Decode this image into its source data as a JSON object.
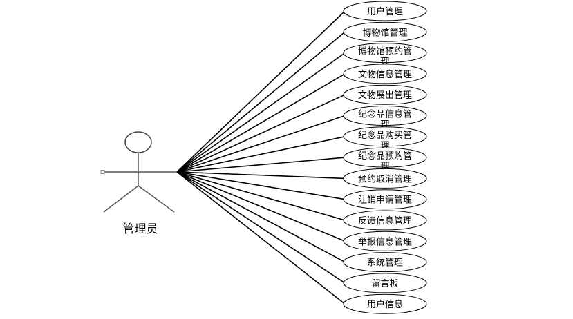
{
  "actor": {
    "name": "管理员"
  },
  "use_cases": [
    [
      "用户管理"
    ],
    [
      "博物馆管理"
    ],
    [
      "博物馆预约管",
      "理"
    ],
    [
      "文物信息管理"
    ],
    [
      "文物展出管理"
    ],
    [
      "纪念品信息管",
      "理"
    ],
    [
      "纪念品购买管",
      "理"
    ],
    [
      "纪念品预购管",
      "理"
    ],
    [
      "预约取消管理"
    ],
    [
      "注销申请管理"
    ],
    [
      "反馈信息管理"
    ],
    [
      "举报信息管理"
    ],
    [
      "系统管理"
    ],
    [
      "留言板"
    ],
    [
      "用户信息"
    ]
  ]
}
